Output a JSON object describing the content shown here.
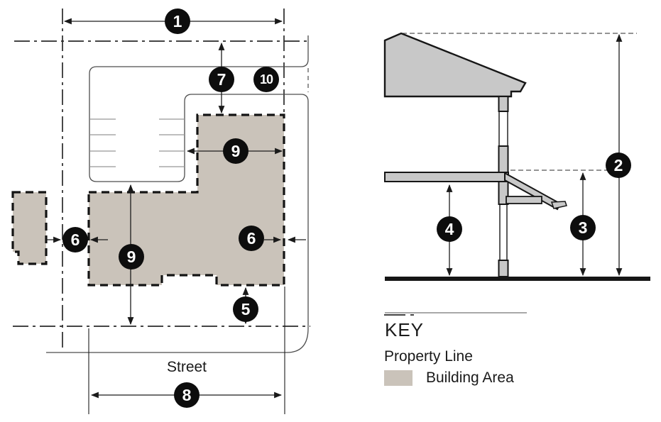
{
  "callouts": {
    "c1": "1",
    "c2": "2",
    "c3": "3",
    "c4": "4",
    "c5": "5",
    "c6_left": "6",
    "c6_right": "6",
    "c7": "7",
    "c8": "8",
    "c9_horizontal": "9",
    "c9_vertical": "9",
    "c10": "10"
  },
  "plan": {
    "street_label": "Street"
  },
  "key": {
    "title": "KEY",
    "items": [
      {
        "icon": "property-line-symbol",
        "label": "Property Line"
      },
      {
        "icon": "building-area-swatch",
        "label": "Building Area"
      }
    ]
  },
  "colors": {
    "building_area": "#cac3ba",
    "section_gray": "#c8c8c8",
    "line": "#1a1a1a",
    "callout_background": "#0d0d0d",
    "callout_text": "#ffffff"
  }
}
